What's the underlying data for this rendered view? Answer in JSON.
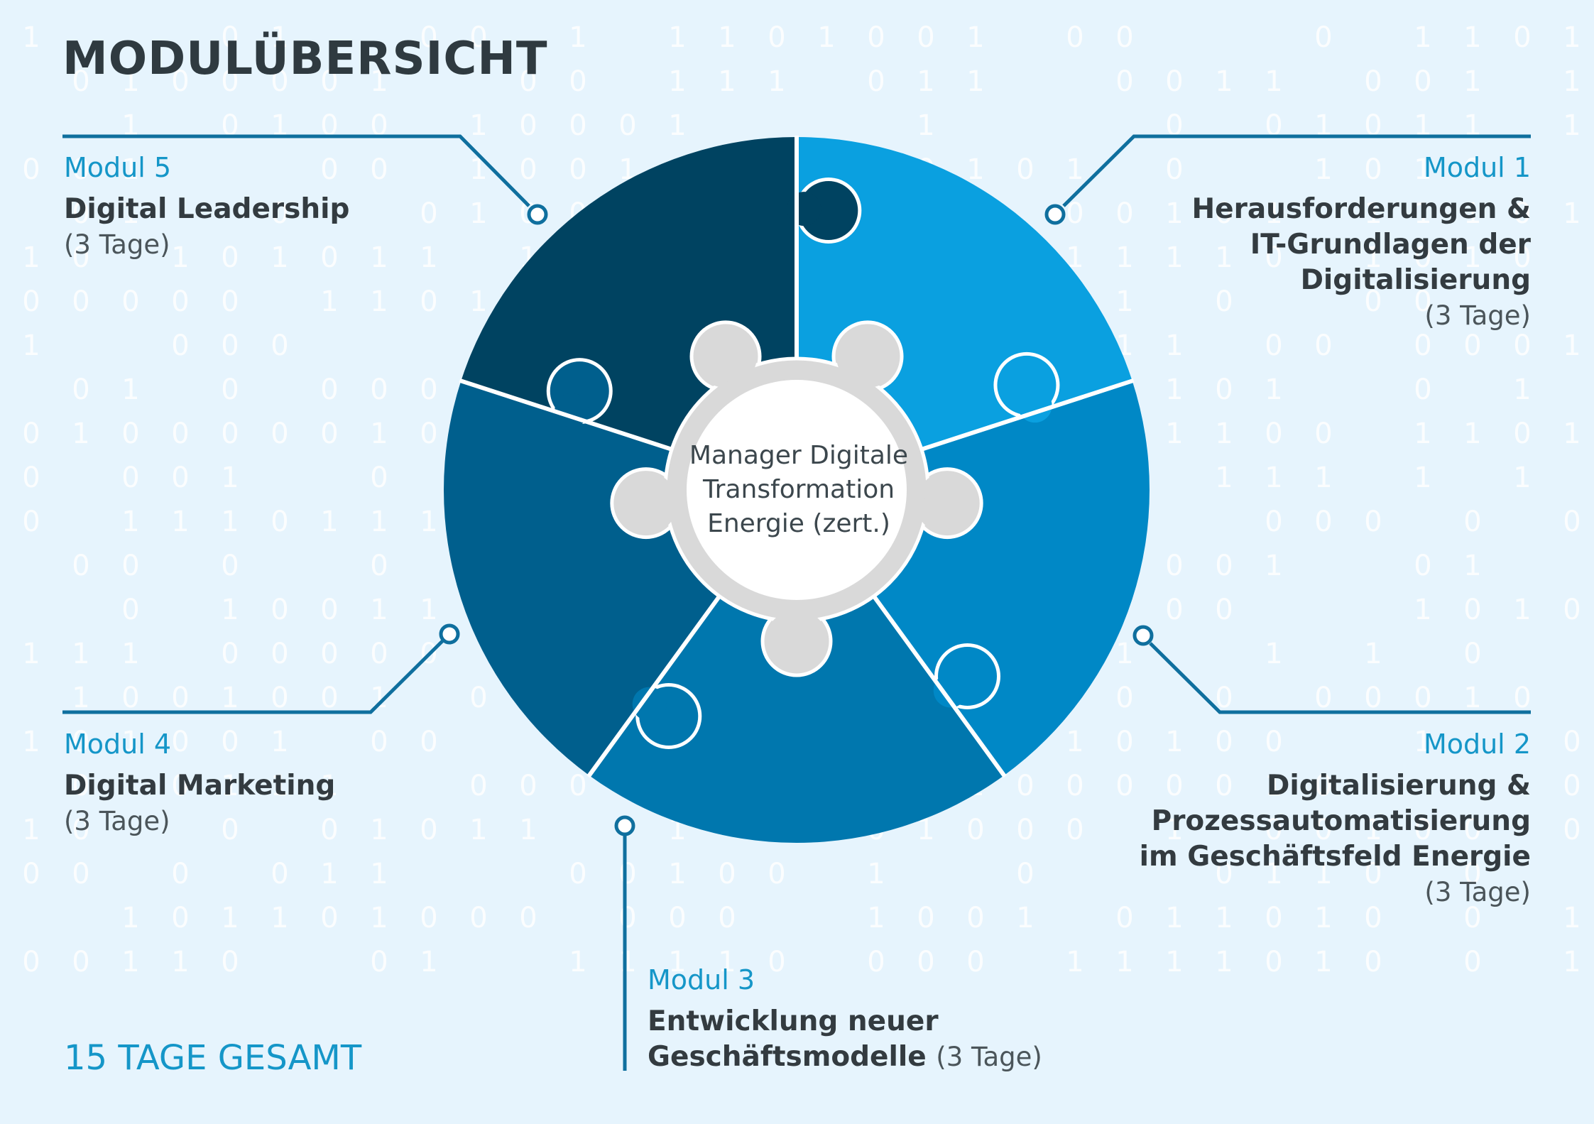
{
  "title": "MODULÜBERSICHT",
  "center_label": [
    "Manager Digitale",
    "Transformation",
    "Energie (zert.)"
  ],
  "total": "15 TAGE GESAMT",
  "modules": {
    "m1": {
      "name": "Modul 1",
      "title_lines": [
        "Herausforderungen &",
        "IT-Grundlagen der",
        "Digitalisierung"
      ],
      "days": "(3 Tage)"
    },
    "m2": {
      "name": "Modul 2",
      "title_lines": [
        "Digitalisierung &",
        "Prozessautomatisierung",
        "im Geschäftsfeld Energie"
      ],
      "days": "(3 Tage)"
    },
    "m3": {
      "name": "Modul 3",
      "title_lines": [
        "Entwicklung neuer",
        "Geschäftsmodelle"
      ],
      "days": "(3 Tage)"
    },
    "m4": {
      "name": "Modul 4",
      "title_lines": [
        "Digital Marketing"
      ],
      "days": "(3 Tage)"
    },
    "m5": {
      "name": "Modul 5",
      "title_lines": [
        "Digital Leadership"
      ],
      "days": "(3 Tage)"
    }
  },
  "colors": {
    "background": "#e6f4fd",
    "binary_digits": "#ffffff",
    "accent": "#1596c8",
    "line": "#0f6f9e",
    "seg_m1": "#0aa0e0",
    "seg_m2": "#0088c6",
    "seg_m3": "#0077ae",
    "seg_m4": "#005f8d",
    "seg_m5": "#004361",
    "center_ring": "#d9d9d9",
    "center_fill": "#ffffff"
  }
}
